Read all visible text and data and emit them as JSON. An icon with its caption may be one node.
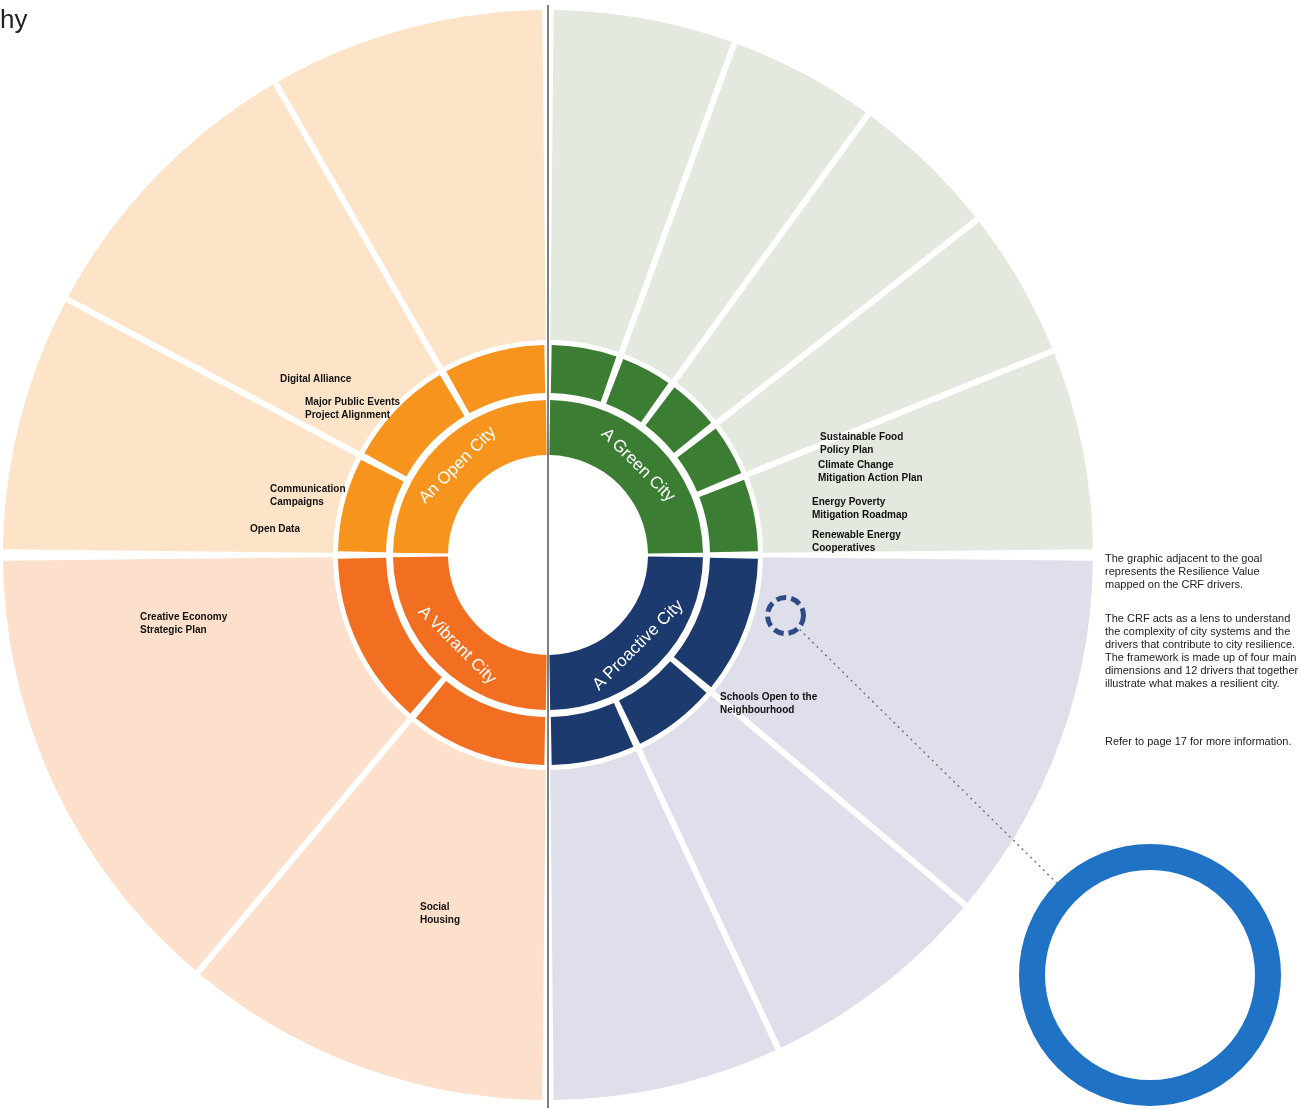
{
  "diagram": {
    "nodes": [
      {
        "text": [
          "An Open City"
        ]
      },
      {
        "text": [
          "A Green City"
        ]
      },
      {
        "text": [
          "A Vibrant City"
        ]
      },
      {
        "text": [
          "A Proactive City"
        ]
      },
      {
        "text": [],
        "shape": "circle"
      },
      {
        "text": [],
        "shape": "circle"
      },
      {
        "text": [],
        "shape": "box"
      },
      {
        "text": [],
        "shape": "box"
      },
      {
        "text": [],
        "shape": "box"
      },
      {
        "text": [],
        "shape": "box"
      },
      {
        "text": [],
        "shape": "box"
      },
      {
        "text": [],
        "shape": "box"
      },
      {
        "text": [],
        "shape": "box"
      },
      {
        "text": [],
        "shape": "box"
      },
      {
        "text": [],
        "shape": "box"
      },
      {
        "text": [],
        "shape": "box"
      },
      {
        "text": [],
        "shape": "box"
      },
      {
        "text": [],
        "shape": "box"
      },
      {
        "text": [],
        "shape": "box"
      }
    ],
    "edges": [
      {
        "from": 4,
        "to": 5,
        "arrow": "none",
        "style": "dashed"
      }
    ],
    "labels": [
      "hy",
      "The graphic adjacent to the goal represents the Resilience Value mapped on the CRF drivers.",
      "The CRF acts as a lens to understand the complexity of city systems and the drivers that contribute to city resilience. The framework is made up of four main dimensions and 12 drivers that together illustrate what makes a resilient city.",
      "Refer to page 17 for more information.",
      "Sustainable Food Policy Plan",
      "Climate Change Mitigation Action Plan",
      "Energy Poverty Mitigation Roadmap",
      "Renewable Energy Cooperatives",
      "Major Public Events Project Alignment",
      "Communication Campaigns",
      "Open Data",
      "Digital Alliance",
      "Creative Economy Strategic Plan",
      "Social Housing",
      "Schools Open to the Neighbourhood"
    ]
  }
}
